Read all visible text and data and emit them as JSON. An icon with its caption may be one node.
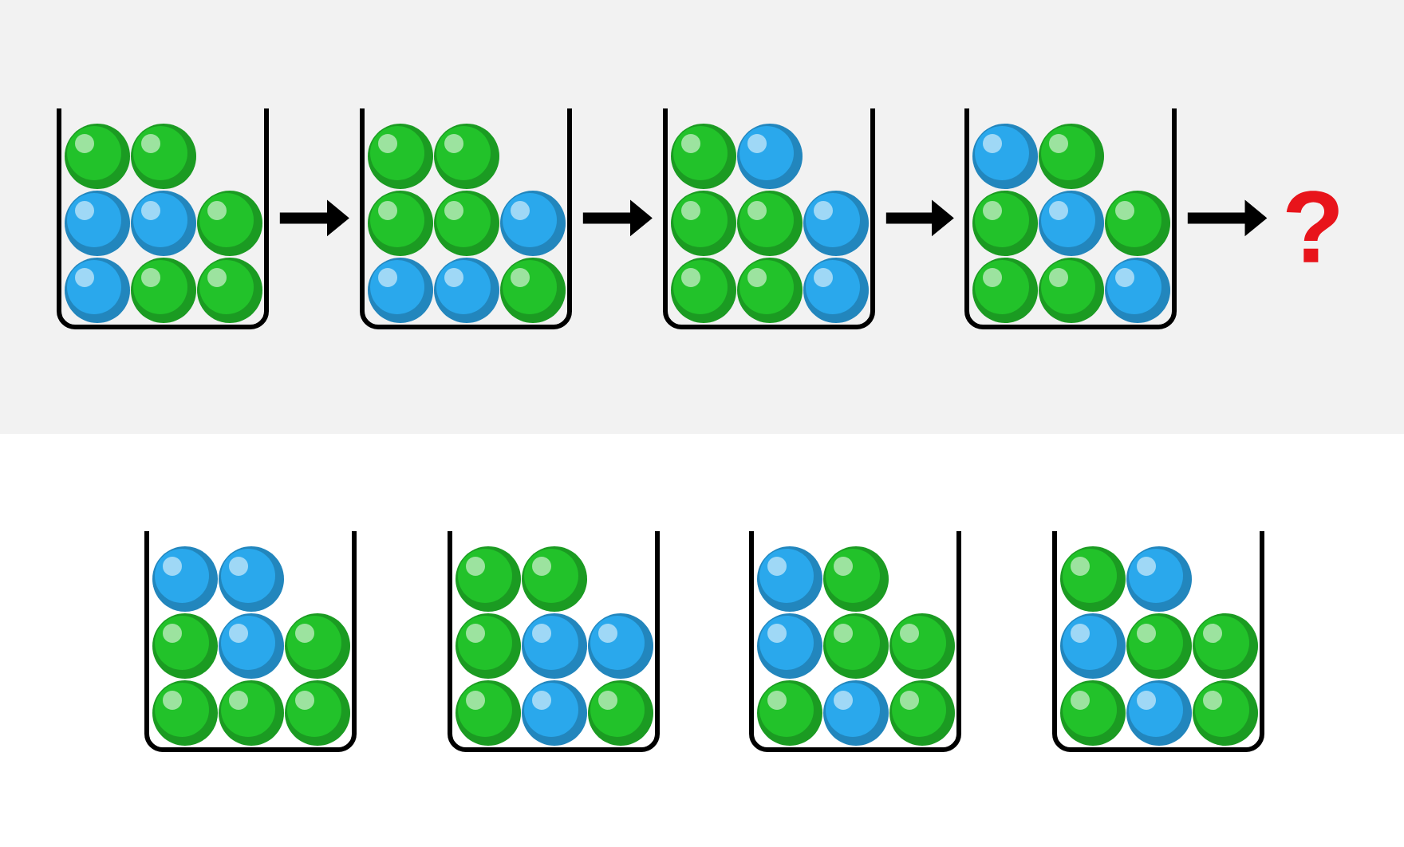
{
  "diagram": {
    "nodes": [
      {
        "text": [],
        "shape": "cup"
      },
      {
        "text": [],
        "shape": "cup"
      },
      {
        "text": [],
        "shape": "cup"
      },
      {
        "text": [],
        "shape": "cup"
      },
      {
        "text": [
          "?"
        ]
      },
      {
        "text": [],
        "shape": "cup"
      },
      {
        "text": [],
        "shape": "cup"
      },
      {
        "text": [],
        "shape": "cup"
      },
      {
        "text": [],
        "shape": "cup"
      }
    ],
    "edges": [
      {
        "from": 0,
        "to": 1,
        "arrow": "to"
      },
      {
        "from": 1,
        "to": 2,
        "arrow": "to"
      },
      {
        "from": 2,
        "to": 3,
        "arrow": "to"
      },
      {
        "from": 3,
        "to": 4,
        "arrow": "to"
      }
    ]
  }
}
